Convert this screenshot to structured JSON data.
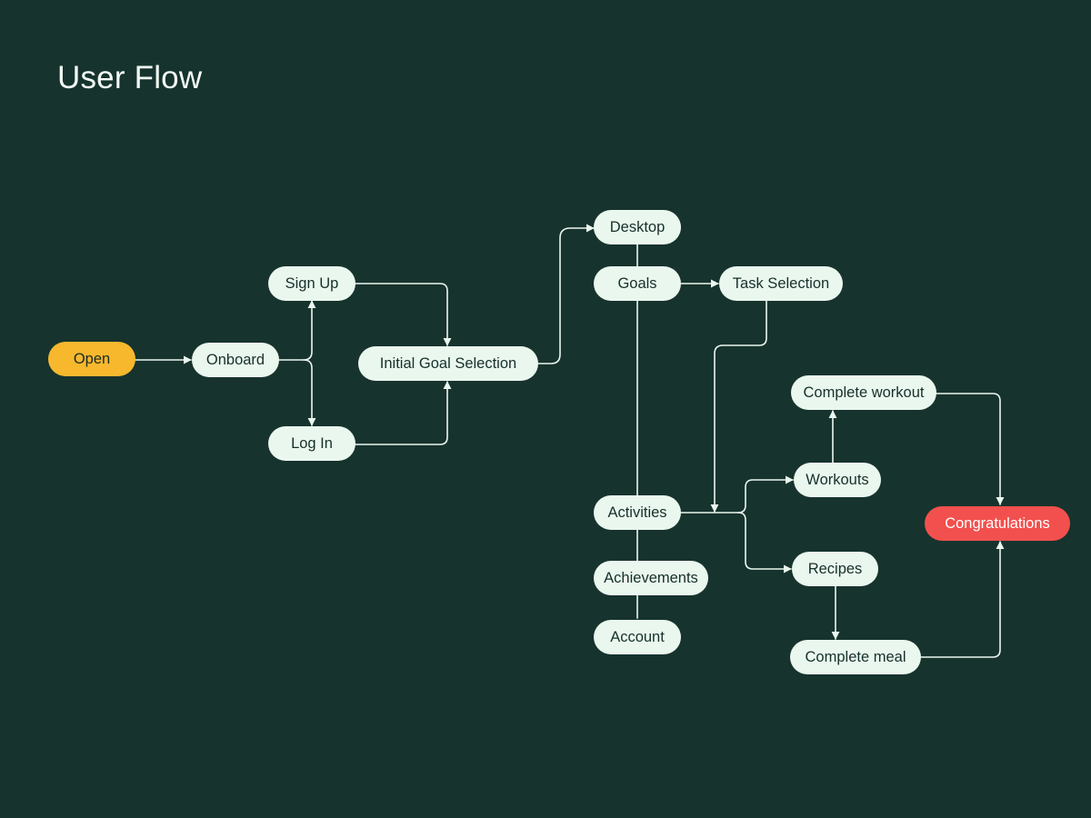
{
  "title": "User Flow",
  "colors": {
    "background": "#17332e",
    "node_fill": "#eaf7ee",
    "node_text": "#16302b",
    "start_fill": "#f7b82e",
    "end_fill": "#f2504e",
    "connector": "#eaf7ee"
  },
  "nodes": {
    "open": "Open",
    "onboard": "Onboard",
    "sign_up": "Sign Up",
    "log_in": "Log In",
    "initial_goal_selection": "Initial Goal Selection",
    "desktop": "Desktop",
    "goals": "Goals",
    "task_selection": "Task Selection",
    "activities": "Activities",
    "achievements": "Achievements",
    "account": "Account",
    "complete_workout": "Complete workout",
    "workouts": "Workouts",
    "recipes": "Recipes",
    "complete_meal": "Complete meal",
    "congratulations": "Congratulations"
  },
  "edges": [
    [
      "open",
      "onboard"
    ],
    [
      "onboard",
      "sign_up"
    ],
    [
      "onboard",
      "log_in"
    ],
    [
      "sign_up",
      "initial_goal_selection"
    ],
    [
      "log_in",
      "initial_goal_selection"
    ],
    [
      "initial_goal_selection",
      "desktop"
    ],
    [
      "goals",
      "task_selection"
    ],
    [
      "task_selection",
      "activities"
    ],
    [
      "activities",
      "workouts"
    ],
    [
      "activities",
      "recipes"
    ],
    [
      "workouts",
      "complete_workout"
    ],
    [
      "recipes",
      "complete_meal"
    ],
    [
      "complete_workout",
      "congratulations"
    ],
    [
      "complete_meal",
      "congratulations"
    ]
  ]
}
